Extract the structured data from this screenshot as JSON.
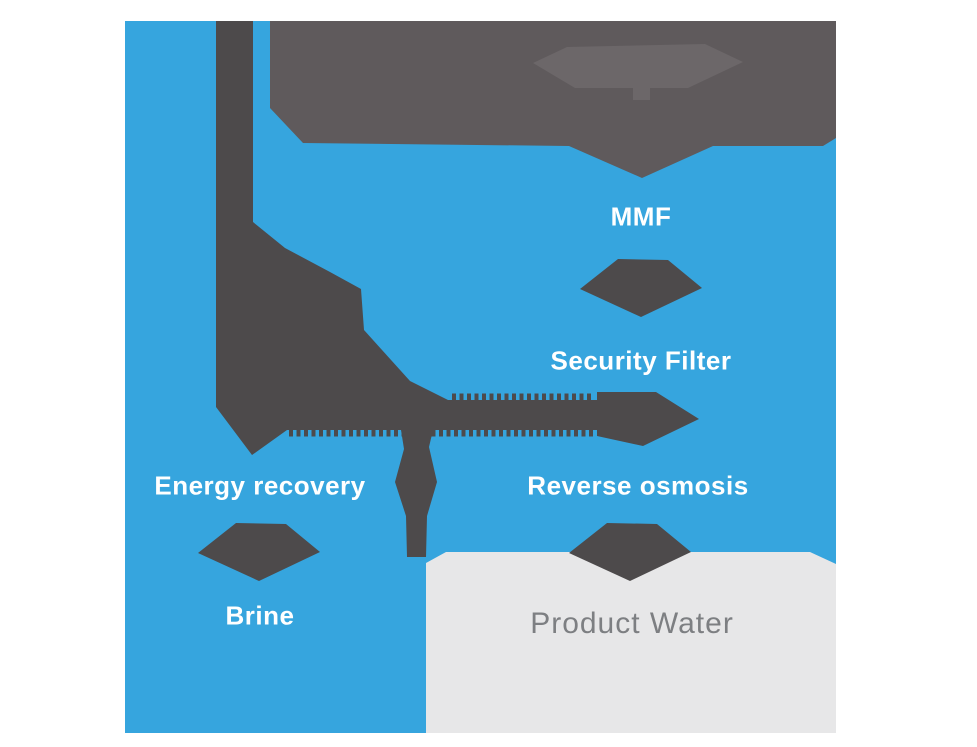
{
  "diagram": {
    "type": "process-flow",
    "labels": {
      "mmf": "MMF",
      "security_filter": "Security Filter",
      "energy_recovery": "Energy recovery",
      "reverse_osmosis": "Reverse osmosis",
      "brine": "Brine",
      "product_water": "Product Water"
    },
    "colors": {
      "background_white": "#ffffff",
      "water_blue": "#36a5de",
      "pipe_gray": "#4d4a4b",
      "band_gray": "#5f5a5c",
      "blob_gray": "#6c6769",
      "panel_gray": "#e7e7e8",
      "label_white": "#ffffff",
      "product_label_gray": "#7d7f82"
    }
  }
}
